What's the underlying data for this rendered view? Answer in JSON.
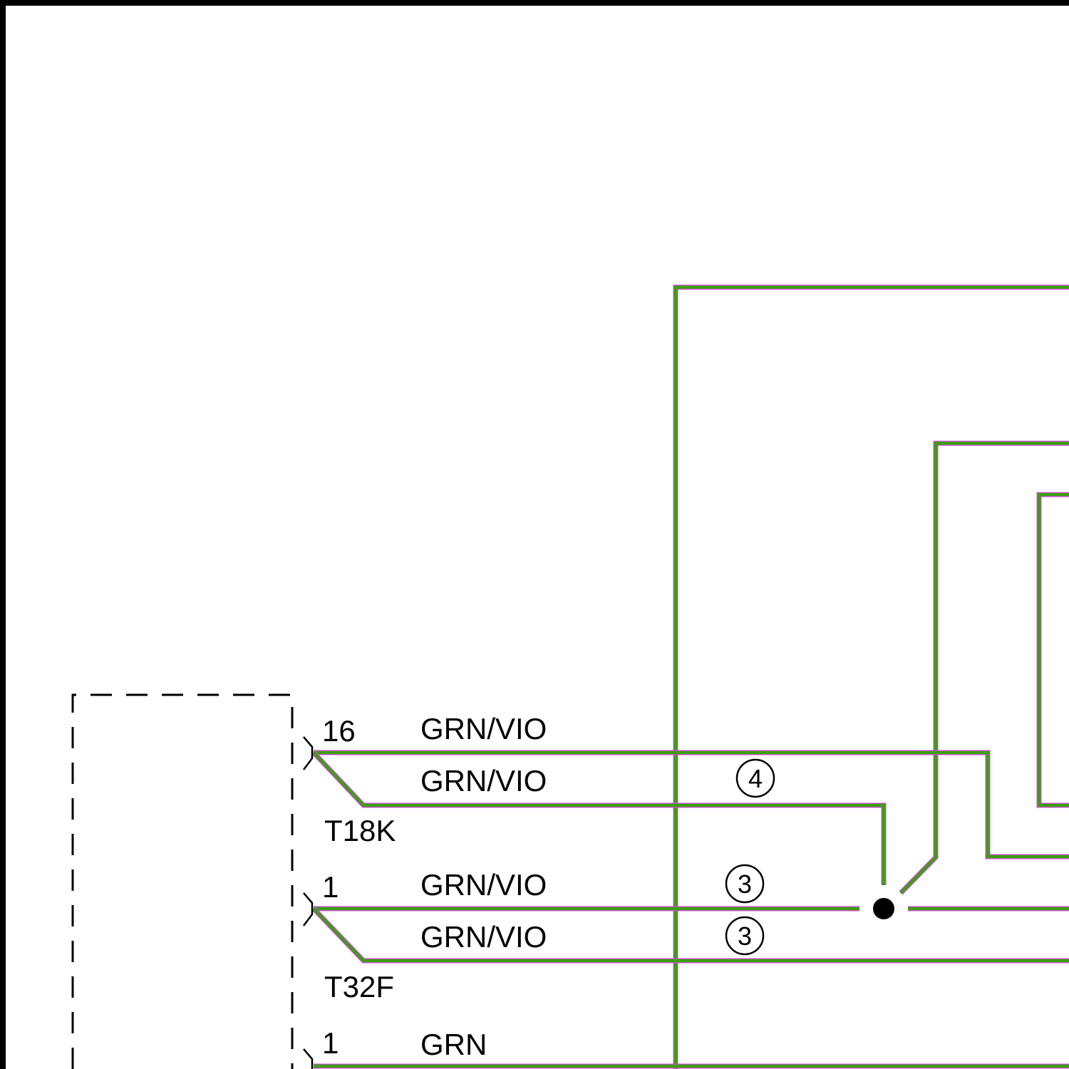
{
  "colors": {
    "wire_core": "#3aa010",
    "wire_edge": "#e040e8",
    "frame": "#000000",
    "splice": "#000000"
  },
  "connectors": {
    "t18k": {
      "name": "T18K",
      "pin": "16"
    },
    "t32f": {
      "name": "T32F",
      "pin": "1"
    },
    "lower": {
      "pin": "1"
    }
  },
  "wires": {
    "w1": {
      "color_code": "GRN/VIO"
    },
    "w2": {
      "color_code": "GRN/VIO"
    },
    "w3": {
      "color_code": "GRN/VIO"
    },
    "w4": {
      "color_code": "GRN/VIO"
    },
    "w5": {
      "color_code": "GRN"
    }
  },
  "callouts": {
    "c4": "4",
    "c3a": "3",
    "c3b": "3"
  },
  "icons": {
    "splice": "splice-point-icon",
    "pin": "connector-pin-icon"
  }
}
